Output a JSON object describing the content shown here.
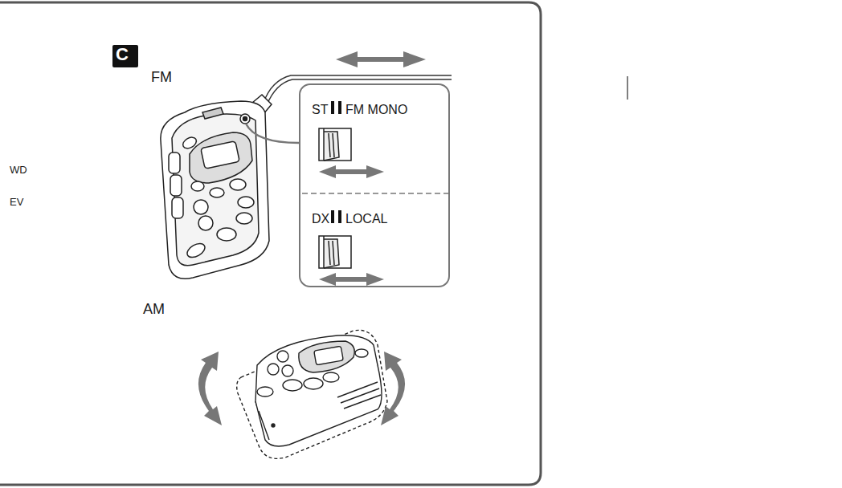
{
  "diagram": {
    "nodes": [
      {
        "text": [
          "C"
        ]
      },
      {
        "text": [
          "ST",
          "FM MONO",
          "DX",
          "LOCAL"
        ]
      }
    ],
    "labels": [
      "FM",
      "AM",
      "WD",
      "EV"
    ]
  }
}
